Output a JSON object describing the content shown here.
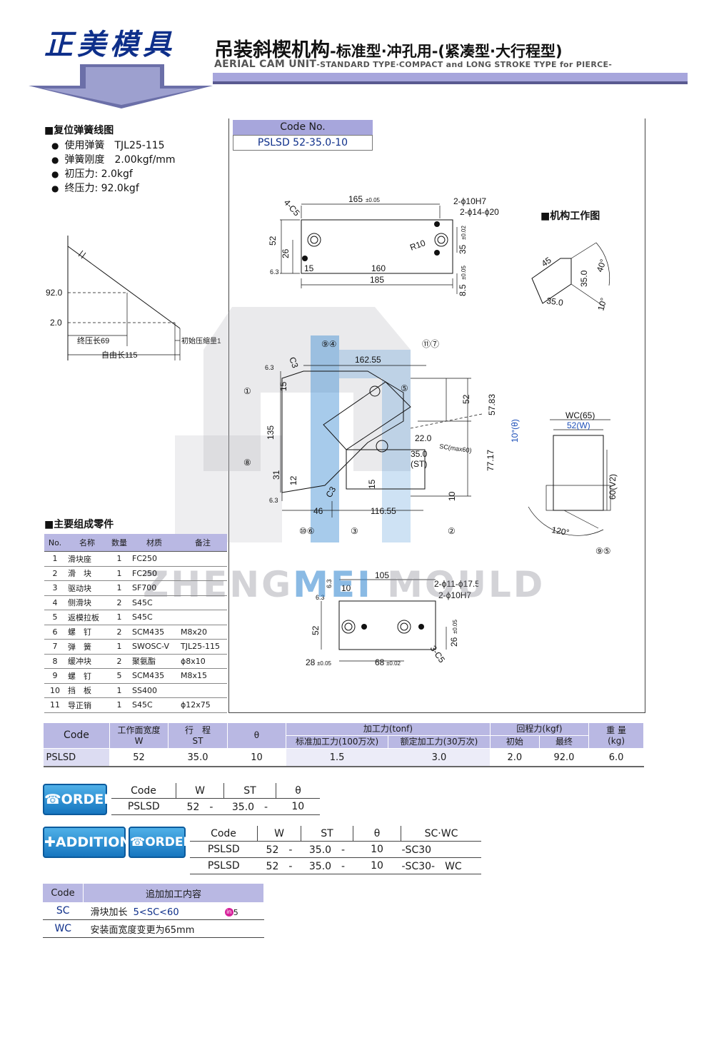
{
  "header": {
    "brand": "正美模具",
    "title_cn_main": "吊装斜楔机构",
    "title_cn_sub": "-标准型·冲孔用-(紧凑型·大行程型)",
    "title_en_main": "AERIAL CAM UNIT",
    "title_en_sub": "-STANDARD TYPE·COMPACT and LONG STROKE TYPE for PIERCE-"
  },
  "spring_section": {
    "title": "■复位弹簧线图",
    "items": [
      "使用弹簧　TJL25-115",
      "弹簧刚度　2.00kgf/mm",
      "初压力: 2.0kgf",
      "终压力: 92.0kgf"
    ],
    "chart": {
      "y_values": [
        "92.0",
        "2.0"
      ],
      "labels": [
        "终压长69",
        "自由长115",
        "初始压缩量1"
      ]
    }
  },
  "code_box": {
    "header": "Code No.",
    "value": "PSLSD 52-35.0-10"
  },
  "mech_title": "■机构工作图",
  "drawing_labels": {
    "top": [
      "165",
      "±0.05",
      "2-ϕ10H7",
      "2-ϕ14-ϕ20",
      "4-C5",
      "52",
      "26",
      "R10",
      "35",
      "±0.02",
      "15",
      "160",
      "185",
      "8.5",
      "±0.05",
      "6.3"
    ],
    "angle": [
      "45",
      "35.0",
      "40°",
      "35.0",
      "10°"
    ],
    "main": [
      "162.55",
      "52",
      "57.83",
      "10°(θ)",
      "22.0",
      "SC(max60)",
      "35.0",
      "(ST)",
      "77.17",
      "135",
      "15",
      "C3",
      "31",
      "12",
      "C3",
      "15",
      "10",
      "46",
      "116.55",
      "6.3",
      "6.3"
    ],
    "callouts": [
      "⑨④",
      "⑪⑦",
      "①",
      "⑧",
      "⑩⑥",
      "③",
      "⑤",
      "②",
      "⑨⑤"
    ],
    "side": [
      "WC(65)",
      "52(W)",
      "60(V2)",
      "120°"
    ],
    "bottom": [
      "105",
      "10",
      "2-ϕ11-ϕ17.5",
      "2-ϕ10H7",
      "52",
      "26",
      "±0.05",
      "3-C5",
      "28",
      "±0.05",
      "68",
      "±0.02",
      "6.3",
      "6.3"
    ]
  },
  "watermark": {
    "left": "ZHENG",
    "mid": "MEI",
    "right": " MOULD"
  },
  "parts": {
    "title": "■主要组成零件",
    "headers": [
      "No.",
      "名称",
      "数量",
      "材质",
      "备注"
    ],
    "rows": [
      [
        "1",
        "滑块座",
        "1",
        "FC250",
        ""
      ],
      [
        "2",
        "滑　块",
        "1",
        "FC250",
        ""
      ],
      [
        "3",
        "驱动块",
        "1",
        "SF700",
        ""
      ],
      [
        "4",
        "侧滑块",
        "2",
        "S45C",
        ""
      ],
      [
        "5",
        "返模拉板",
        "1",
        "S45C",
        ""
      ],
      [
        "6",
        "螺　钉",
        "2",
        "SCM435",
        "M8x20"
      ],
      [
        "7",
        "弹　簧",
        "1",
        "SWOSC-V",
        "TJL25-115"
      ],
      [
        "8",
        "缓冲块",
        "2",
        "聚氨酯",
        "ϕ8x10"
      ],
      [
        "9",
        "螺　钉",
        "5",
        "SCM435",
        "M8x15"
      ],
      [
        "10",
        "挡　板",
        "1",
        "SS400",
        ""
      ],
      [
        "11",
        "导正销",
        "1",
        "S45C",
        "ϕ12x75"
      ]
    ]
  },
  "spec": {
    "headers": {
      "code": "Code",
      "w": "工作面宽度",
      "w2": "W",
      "st": "行　程",
      "st2": "ST",
      "theta": "θ",
      "force": "加工力(tonf)",
      "force_std": "标准加工力(100万次)",
      "force_rated": "额定加工力(30万次)",
      "ret": "回程力(kgf)",
      "ret_init": "初始",
      "ret_final": "最终",
      "weight": "重 量",
      "weight2": "(kg)"
    },
    "row": {
      "code": "PSLSD",
      "w": "52",
      "st": "35.0",
      "theta": "10",
      "std": "1.5",
      "rated": "3.0",
      "init": "2.0",
      "final": "92.0",
      "weight": "6.0"
    }
  },
  "order": {
    "badge": "ORDER",
    "headers": [
      "Code",
      "W",
      "ST",
      "θ"
    ],
    "row": [
      "PSLSD",
      "52",
      "-",
      "35.0",
      "-",
      "10"
    ]
  },
  "addition_order": {
    "badge1": "ADDITION",
    "badge2": "ORDER",
    "headers": [
      "Code",
      "W",
      "ST",
      "θ",
      "SC·WC"
    ],
    "rows": [
      [
        "PSLSD",
        "52",
        "-",
        "35.0",
        "-",
        "10",
        "-SC30",
        ""
      ],
      [
        "PSLSD",
        "52",
        "-",
        "35.0",
        "-",
        "10",
        "-SC30-",
        "WC"
      ]
    ]
  },
  "addition": {
    "headers": [
      "Code",
      "追加加工内容"
    ],
    "rows": [
      {
        "code": "SC",
        "text": "滑块加长",
        "range": "5<SC<60",
        "unit": "5"
      },
      {
        "code": "WC",
        "text": "安装面宽度变更为65mm",
        "range": "",
        "unit": ""
      }
    ]
  }
}
